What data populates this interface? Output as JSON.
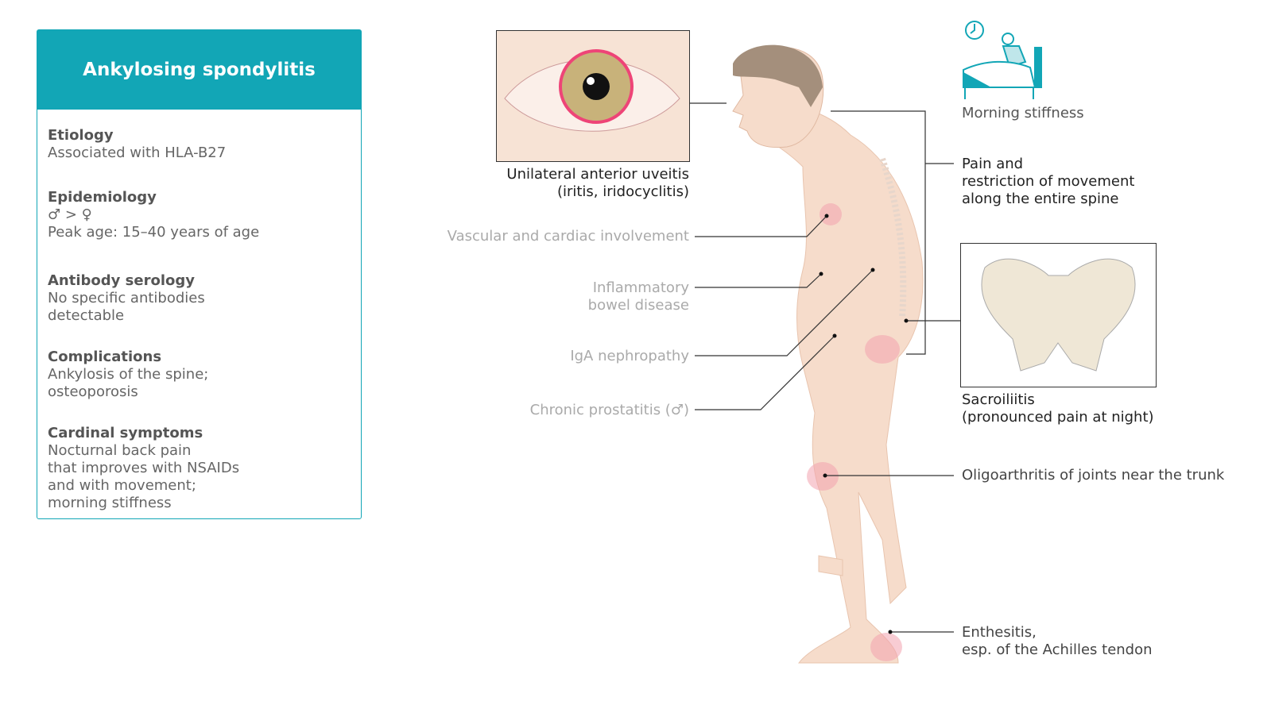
{
  "card": {
    "title": "Ankylosing spondylitis",
    "sections": [
      {
        "heading": "Etiology",
        "lines": [
          "Associated with HLA-B27"
        ]
      },
      {
        "heading": "Epidemiology",
        "lines": [
          "♂ > ♀",
          "Peak age: 15–40 years of age"
        ]
      },
      {
        "heading": "Antibody serology",
        "lines": [
          "No specific antibodies",
          "detectable"
        ]
      },
      {
        "heading": "Complications",
        "lines": [
          "Ankylosis of the spine;",
          "osteoporosis"
        ]
      },
      {
        "heading": "Cardinal symptoms",
        "lines": [
          "Nocturnal back pain",
          "that improves with NSAIDs",
          "and with movement;",
          "morning stiffness"
        ]
      }
    ]
  },
  "labels": {
    "uveitis": [
      "Unilateral anterior uveitis",
      "(iritis, iridocyclitis)"
    ],
    "vascular": "Vascular and cardiac involvement",
    "ibd": [
      "Inflammatory",
      "bowel disease"
    ],
    "iga": "IgA nephropathy",
    "prostatitis": "Chronic prostatitis (♂)",
    "morning": "Morning stiffness",
    "spine": [
      "Pain and",
      "restriction of movement",
      "along the entire spine"
    ],
    "sacro": [
      "Sacroiliitis",
      "(pronounced pain at night)"
    ],
    "oligo": "Oligoarthritis of joints near the trunk",
    "enthesitis": [
      "Enthesitis,",
      "esp. of the Achilles tendon"
    ]
  },
  "colors": {
    "accent": "#12a6b6",
    "skin": "#f6dccb",
    "pain": "#f2a3ae"
  }
}
